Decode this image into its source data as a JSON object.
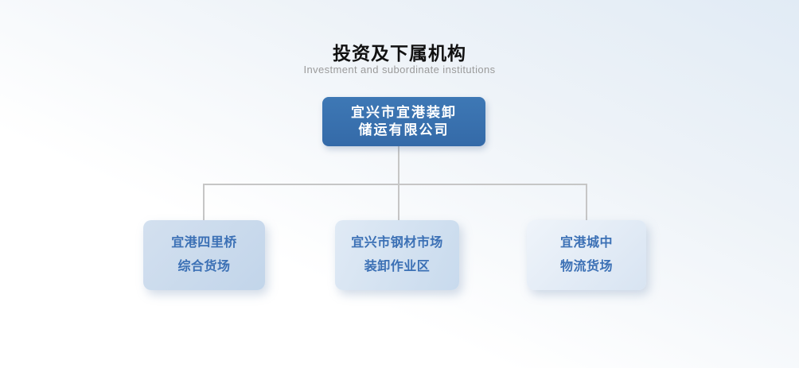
{
  "header": {
    "title": "投资及下属机构",
    "subtitle": "Investment and subordinate institutions"
  },
  "org_chart": {
    "root": {
      "line1": "宜兴市宜港装卸",
      "line2": "储运有限公司"
    },
    "children": [
      {
        "line1": "宜港四里桥",
        "line2": "综合货场"
      },
      {
        "line1": "宜兴市钢材市场",
        "line2": "装卸作业区"
      },
      {
        "line1": "宜港城中",
        "line2": "物流货场"
      }
    ]
  },
  "colors": {
    "title": "#111111",
    "subtitle": "#9b9b9b",
    "background_top": "#e1ebf5",
    "background_bottom": "#ffffff",
    "root_box_top": "#3e78b5",
    "root_box_bottom": "#346aa8",
    "root_box_text": "#ffffff",
    "child1_from": "#d3e0ef",
    "child1_to": "#c2d5ea",
    "child2_from": "#e0eaf5",
    "child2_to": "#c8daed",
    "child3_from": "#eff4fa",
    "child3_to": "#d8e4f2",
    "child_text": "#3b70b5",
    "connector": "#c6c6c6"
  }
}
